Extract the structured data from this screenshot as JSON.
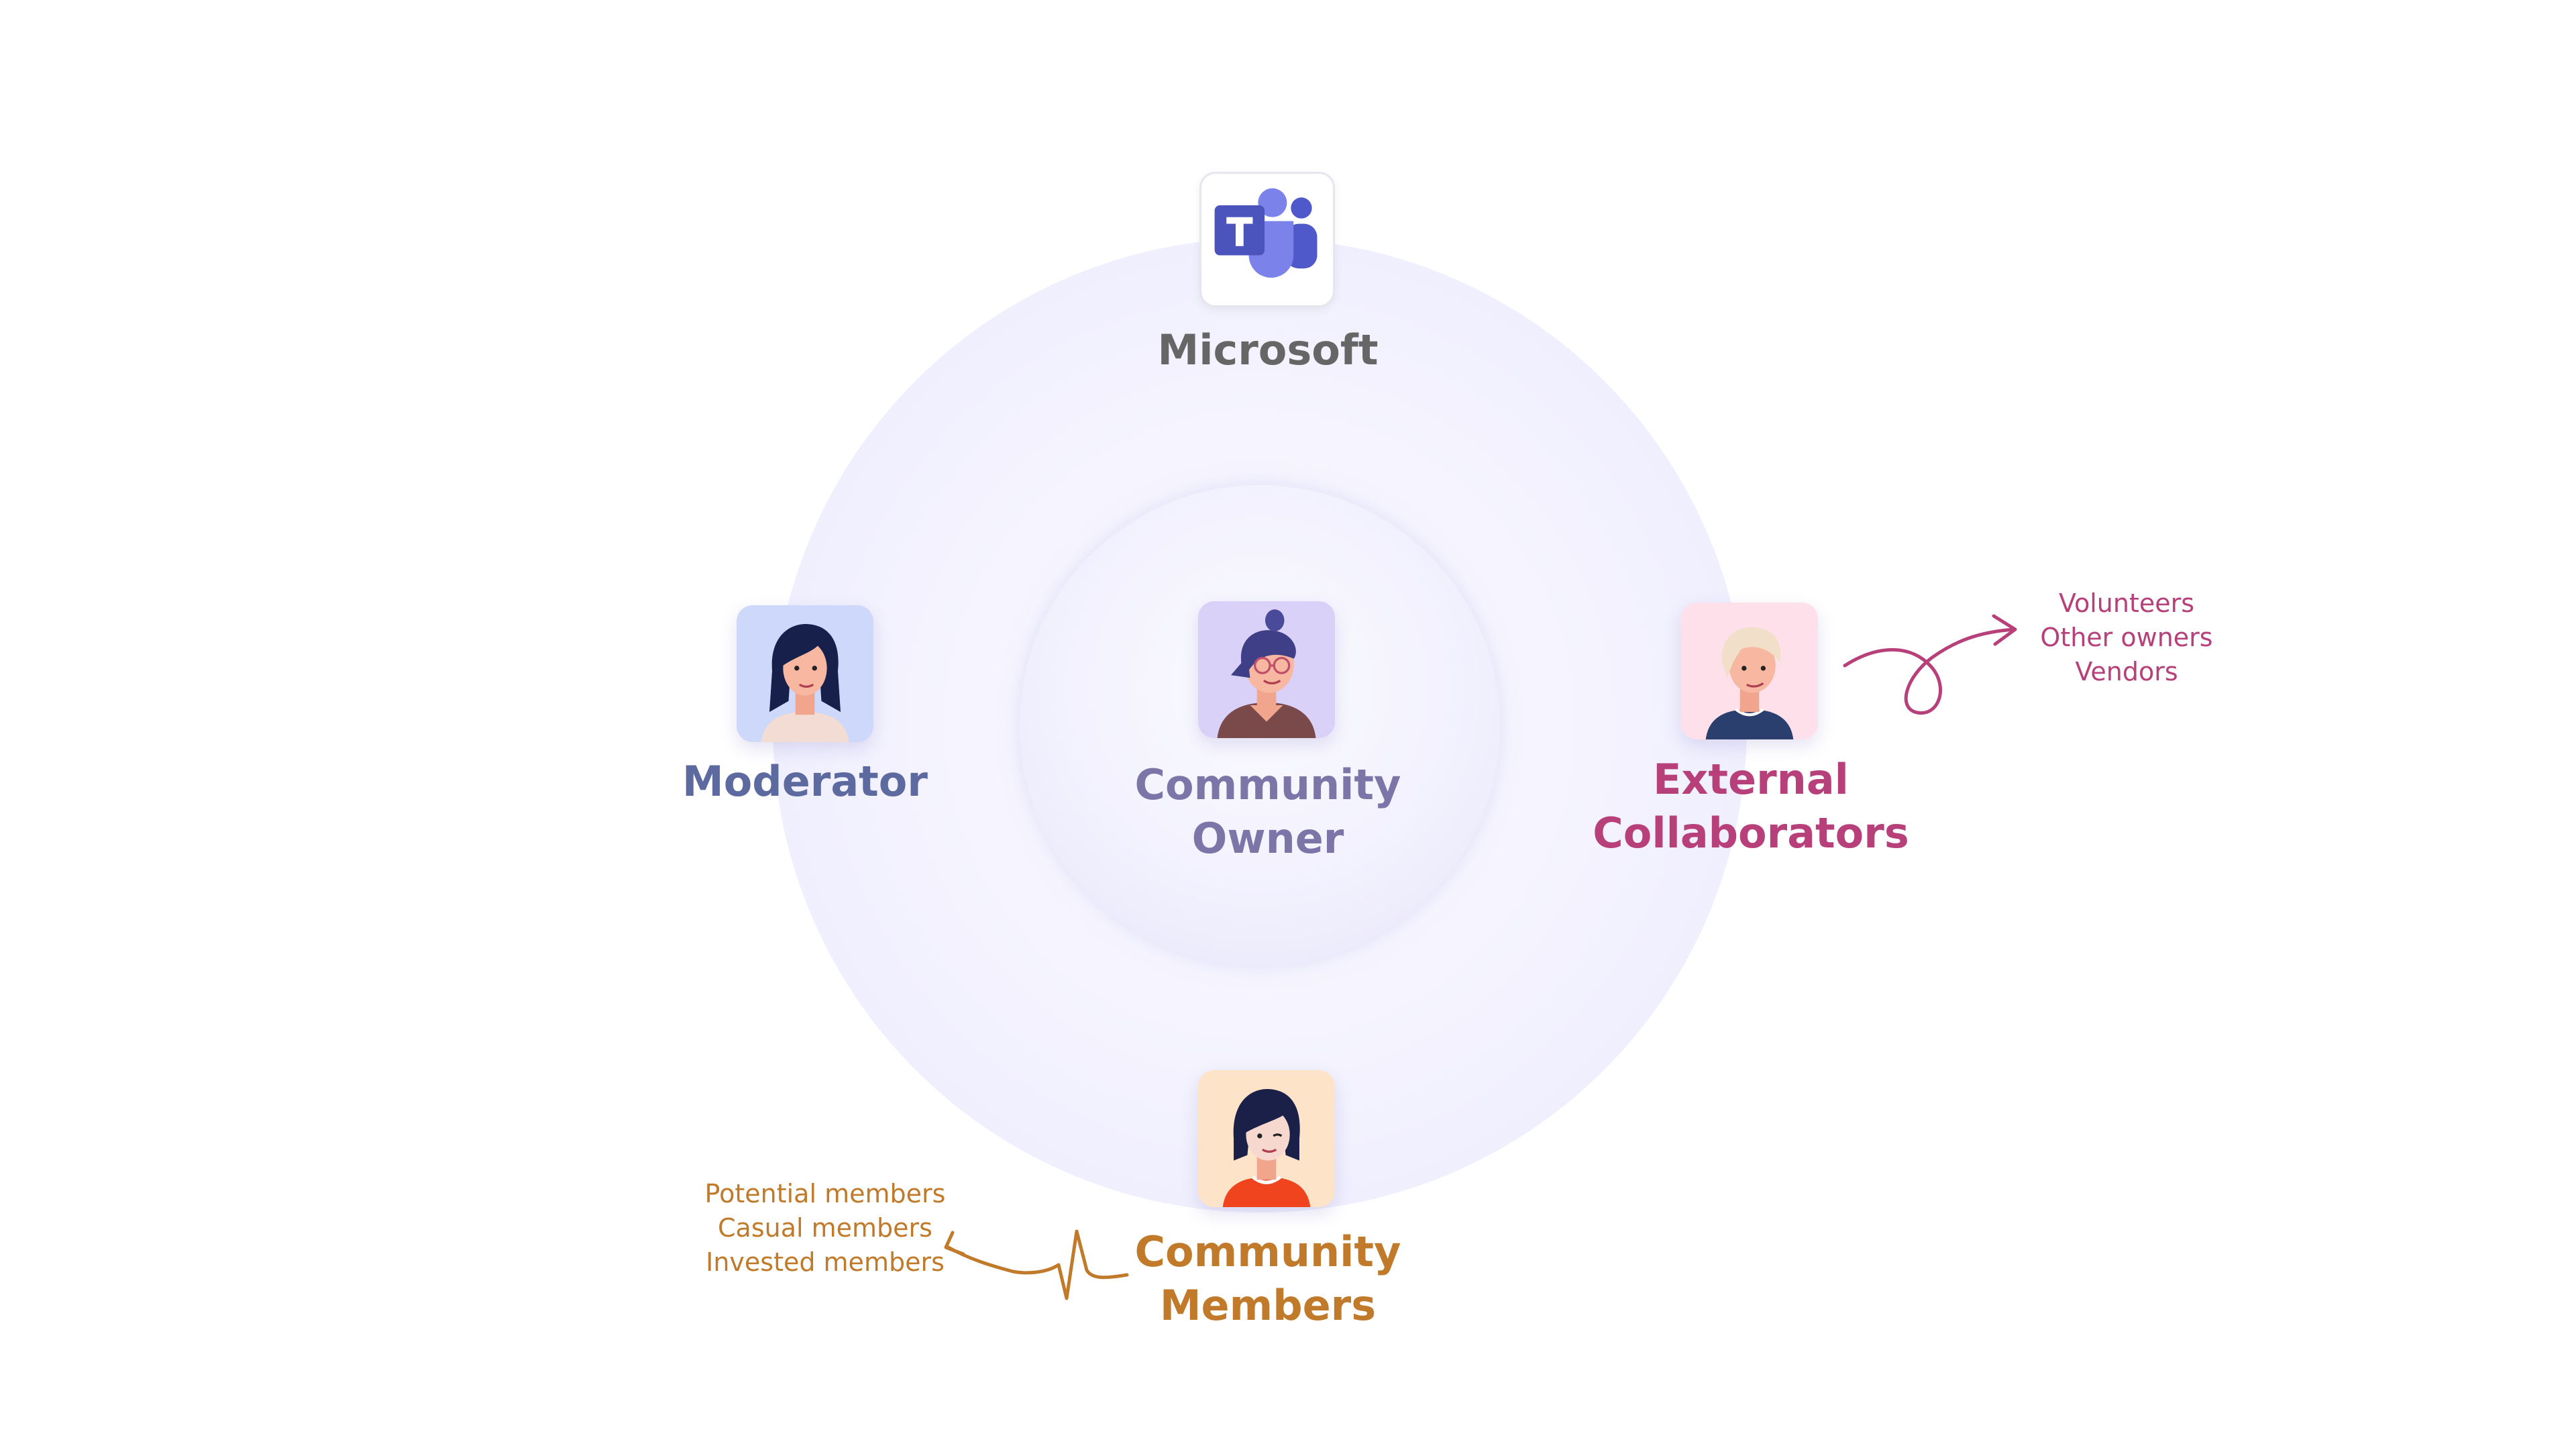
{
  "nodes": {
    "microsoft": {
      "label": "Microsoft",
      "icon": "microsoft-teams-icon",
      "color": "#666666"
    },
    "owner": {
      "label_line1": "Community",
      "label_line2": "Owner",
      "icon": "community-owner-avatar",
      "color": "#7c76a8"
    },
    "moderator": {
      "label": "Moderator",
      "icon": "moderator-avatar",
      "color": "#5d6aa0"
    },
    "external": {
      "label_line1": "External",
      "label_line2": "Collaborators",
      "icon": "external-collaborator-avatar",
      "color": "#b8407a"
    },
    "members": {
      "label_line1": "Community",
      "label_line2": "Members",
      "icon": "community-member-avatar",
      "color": "#c07a2a"
    }
  },
  "notes": {
    "external": [
      "Volunteers",
      "Other owners",
      "Vendors"
    ],
    "members": [
      "Potential members",
      "Casual members",
      "Invested members"
    ]
  },
  "colors": {
    "teams_purple": "#5059c9",
    "teams_dark": "#4b53bc",
    "external_pink": "#b8407a",
    "members_orange": "#c07a2a"
  }
}
